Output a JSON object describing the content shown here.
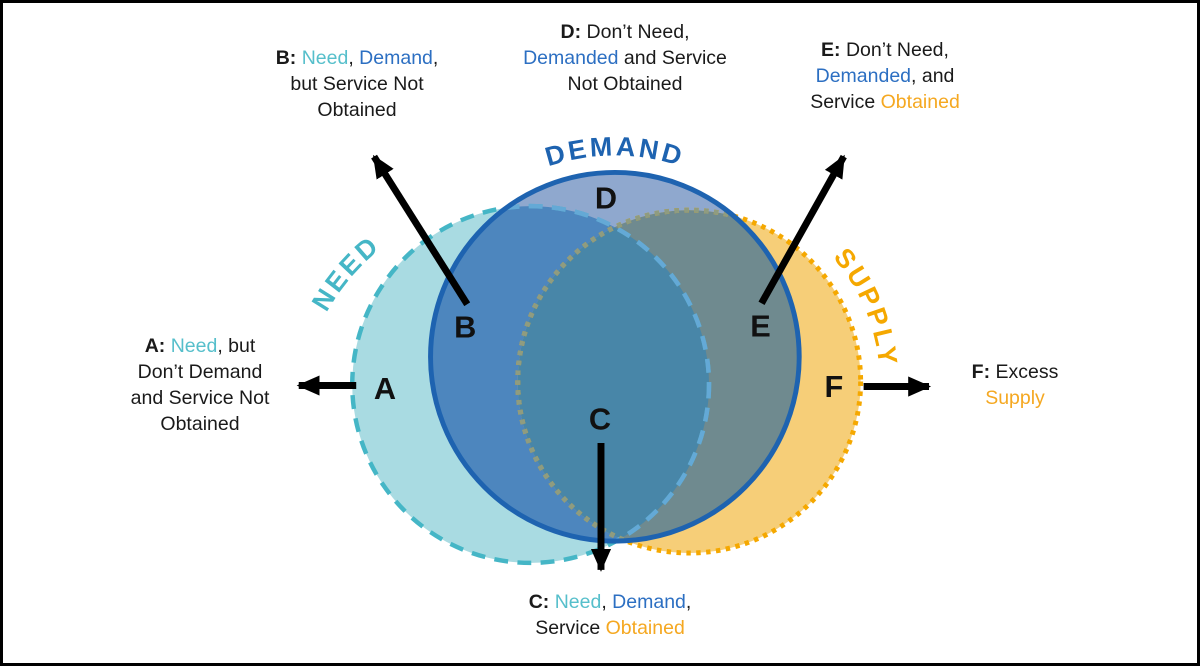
{
  "colors": {
    "black": "#1a1a1a",
    "teal": "#45B6C6",
    "teal_text": "#56BFCB",
    "blue": "#1E63B0",
    "blue_text": "#2C6FC2",
    "orange": "#F5A800",
    "orange_text": "#F5A821",
    "need_only_fill": "#A9DBE2",
    "demand_only_fill": "#8FA8CE",
    "need_demand_fill": "#4D86BE",
    "all_three_fill": "#4886A8",
    "demand_supply_fill": "#6F8A8F",
    "supply_only_fill": "#F6CE78",
    "need_border_inner": "#64A9D6",
    "supply_border_inner": "#8F9C80",
    "arrow": "#000000"
  },
  "circle_labels": {
    "need": "NEED",
    "demand": "DEMAND",
    "supply": "SUPPLY"
  },
  "region_letters": {
    "a": "A",
    "b": "B",
    "c": "C",
    "d": "D",
    "e": "E",
    "f": "F"
  },
  "annotations": {
    "a": {
      "lines": [
        [
          {
            "t": "A",
            "b": 1
          },
          {
            "t": ": ",
            "b": 1
          },
          {
            "t": "Need",
            "c": "teal_text"
          },
          {
            "t": ", but"
          }
        ],
        [
          {
            "t": "Don’t Demand"
          }
        ],
        [
          {
            "t": "and Service Not"
          }
        ],
        [
          {
            "t": "Obtained"
          }
        ]
      ]
    },
    "b": {
      "lines": [
        [
          {
            "t": "B",
            "b": 1
          },
          {
            "t": ": ",
            "b": 1
          },
          {
            "t": "Need",
            "c": "teal_text"
          },
          {
            "t": ", "
          },
          {
            "t": "Demand",
            "c": "blue_text"
          },
          {
            "t": ","
          }
        ],
        [
          {
            "t": "but Service Not"
          }
        ],
        [
          {
            "t": "Obtained"
          }
        ]
      ]
    },
    "c": {
      "lines": [
        [
          {
            "t": "C",
            "b": 1
          },
          {
            "t": ": ",
            "b": 1
          },
          {
            "t": "Need",
            "c": "teal_text"
          },
          {
            "t": ", "
          },
          {
            "t": "Demand",
            "c": "blue_text"
          },
          {
            "t": ","
          }
        ],
        [
          {
            "t": "Service "
          },
          {
            "t": "Obtained",
            "c": "orange_text"
          }
        ]
      ]
    },
    "d": {
      "lines": [
        [
          {
            "t": "D",
            "b": 1
          },
          {
            "t": ": ",
            "b": 1
          },
          {
            "t": "Don’t Need,"
          }
        ],
        [
          {
            "t": "Demanded",
            "c": "blue_text"
          },
          {
            "t": " and Service"
          }
        ],
        [
          {
            "t": "Not Obtained"
          }
        ]
      ]
    },
    "e": {
      "lines": [
        [
          {
            "t": "E",
            "b": 1
          },
          {
            "t": ": ",
            "b": 1
          },
          {
            "t": "Don’t Need,"
          }
        ],
        [
          {
            "t": "Demanded",
            "c": "blue_text"
          },
          {
            "t": ", and"
          }
        ],
        [
          {
            "t": "Service "
          },
          {
            "t": "Obtained",
            "c": "orange_text"
          }
        ]
      ]
    },
    "f": {
      "lines": [
        [
          {
            "t": "F",
            "b": 1
          },
          {
            "t": ": ",
            "b": 1
          },
          {
            "t": "Excess"
          }
        ],
        [
          {
            "t": "Supply",
            "c": "orange_text"
          }
        ]
      ]
    }
  }
}
